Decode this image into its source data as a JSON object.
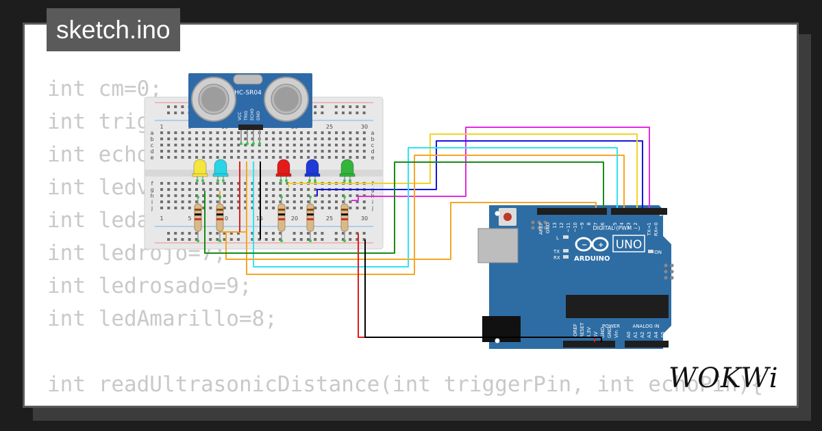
{
  "tab": {
    "title": "sketch.ino"
  },
  "code_lines": [
    "int cm=0;",
    "int trig",
    "int echo",
    "int ledv",
    "int leda",
    "int ledrojo=7;",
    "int ledrosado=9;",
    "int ledAmarillo=8;",
    "",
    "int readUltrasonicDistance(int triggerPin, int echoPin){"
  ],
  "sensor": {
    "model": "HC-SR04",
    "pins": [
      "VCC",
      "TRIG",
      "ECHO",
      "GND"
    ]
  },
  "breadboard": {
    "column_labels": [
      "1",
      "5",
      "10",
      "15",
      "20",
      "25",
      "30"
    ],
    "row_labels": [
      "a",
      "b",
      "c",
      "d",
      "e",
      "f",
      "g",
      "h",
      "i",
      "j"
    ]
  },
  "arduino": {
    "brand": "ARDUINO",
    "model": "UNO",
    "digital_label": "DIGITAL (PWM ~)",
    "digital_pins": [
      "AREF",
      "GND",
      "13",
      "12",
      "~11",
      "~10",
      "~9",
      "8",
      "7",
      "~6",
      "~5",
      "4",
      "~3",
      "2",
      "TX→1",
      "RX←0"
    ],
    "power_label": "POWER",
    "power_pins": [
      "IOREF",
      "RESET",
      "3.3V",
      "5V",
      "GND",
      "GND",
      "Vin"
    ],
    "analog_label": "ANALOG IN",
    "analog_pins": [
      "A0",
      "A1",
      "A2",
      "A3",
      "A4",
      "A5"
    ],
    "leds": [
      "L",
      "TX",
      "RX",
      "ON"
    ]
  },
  "leds": [
    {
      "color": "#f4e63c"
    },
    {
      "color": "#28d4e6"
    },
    {
      "color": "#e21b1b"
    },
    {
      "color": "#1f3ad6"
    },
    {
      "color": "#32b53a"
    }
  ],
  "colors": {
    "board": "#2e6da4",
    "wire_magenta": "#e02be0",
    "wire_blue": "#1414e0",
    "wire_orange": "#f5a623",
    "wire_yellow": "#f2d22c",
    "wire_cyan": "#2ee4f0",
    "wire_green": "#178a17",
    "wire_red": "#e01b1b",
    "wire_black": "#000000"
  },
  "logo": {
    "text": "WOKWi"
  }
}
